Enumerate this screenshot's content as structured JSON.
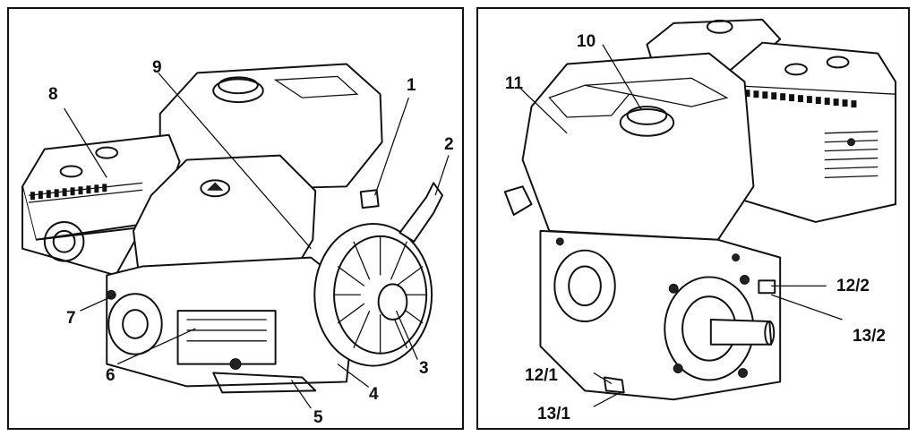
{
  "panels": [
    {
      "name": "left",
      "callouts": [
        "1",
        "2",
        "3",
        "4",
        "5",
        "6",
        "7",
        "8",
        "9"
      ]
    },
    {
      "name": "right",
      "callouts": [
        "10",
        "11",
        "12/2",
        "13/2",
        "12/1",
        "13/1"
      ]
    }
  ]
}
